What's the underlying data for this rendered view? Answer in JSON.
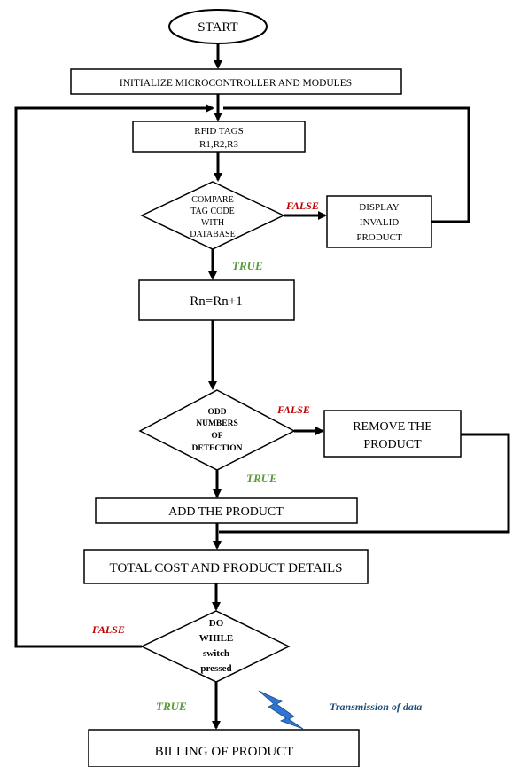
{
  "nodes": {
    "start": "START",
    "init": "INITIALIZE MICROCONTROLLER AND MODULES",
    "rfid_line1": "RFID TAGS",
    "rfid_line2": "R1,R2,R3",
    "compare_l1": "COMPARE",
    "compare_l2": "TAG CODE",
    "compare_l3": "WITH",
    "compare_l4": "DATABASE",
    "invalid_l1": "DISPLAY",
    "invalid_l2": "INVALID",
    "invalid_l3": "PRODUCT",
    "increment": "Rn=Rn+1",
    "odd_l1": "ODD",
    "odd_l2": "NUMBERS",
    "odd_l3": "OF",
    "odd_l4": "DETECTION",
    "remove_l1": "REMOVE THE",
    "remove_l2": "PRODUCT",
    "add": "ADD THE PRODUCT",
    "total": "TOTAL COST AND PRODUCT DETAILS",
    "dowhile_l1": "DO",
    "dowhile_l2": "WHILE",
    "dowhile_l3": "switch",
    "dowhile_l4": "pressed",
    "billing": "BILLING OF PRODUCT"
  },
  "edge_labels": {
    "compare_false": "FALSE",
    "compare_true": "TRUE",
    "odd_false": "FALSE",
    "odd_true": "TRUE",
    "dowhile_false": "FALSE",
    "dowhile_true": "TRUE"
  },
  "annotation": {
    "transmission": "Transmission of data",
    "icon": "lightning-bolt-icon"
  },
  "colors": {
    "false_label": "#c00000",
    "true_label": "#5a9a3a",
    "transmission_label": "#1f4e79",
    "lightning": "#2e75d6"
  }
}
